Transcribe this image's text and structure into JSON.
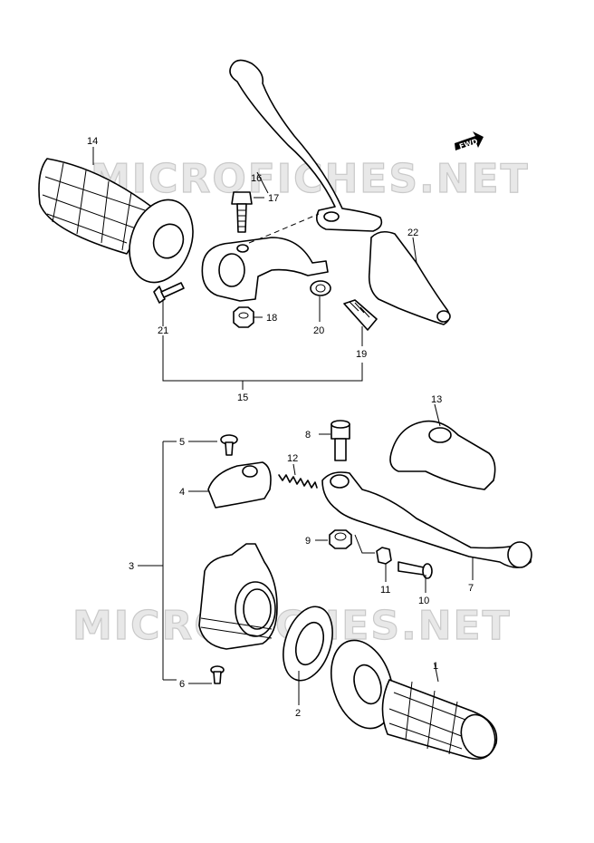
{
  "watermark": "MICROFICHES.NET",
  "fwd_label": "FWD",
  "parts": [
    {
      "id": "p1",
      "number": "1"
    },
    {
      "id": "p2",
      "number": "2"
    },
    {
      "id": "p3",
      "number": "3"
    },
    {
      "id": "p4",
      "number": "4"
    },
    {
      "id": "p5",
      "number": "5"
    },
    {
      "id": "p6",
      "number": "6"
    },
    {
      "id": "p7",
      "number": "7"
    },
    {
      "id": "p8",
      "number": "8"
    },
    {
      "id": "p9",
      "number": "9"
    },
    {
      "id": "p10",
      "number": "10"
    },
    {
      "id": "p11",
      "number": "11"
    },
    {
      "id": "p12",
      "number": "12"
    },
    {
      "id": "p13",
      "number": "13"
    },
    {
      "id": "p14",
      "number": "14"
    },
    {
      "id": "p15",
      "number": "15"
    },
    {
      "id": "p16",
      "number": "16"
    },
    {
      "id": "p17",
      "number": "17"
    },
    {
      "id": "p18",
      "number": "18"
    },
    {
      "id": "p19",
      "number": "19"
    },
    {
      "id": "p20",
      "number": "20"
    },
    {
      "id": "p21",
      "number": "21"
    },
    {
      "id": "p22",
      "number": "22"
    }
  ]
}
